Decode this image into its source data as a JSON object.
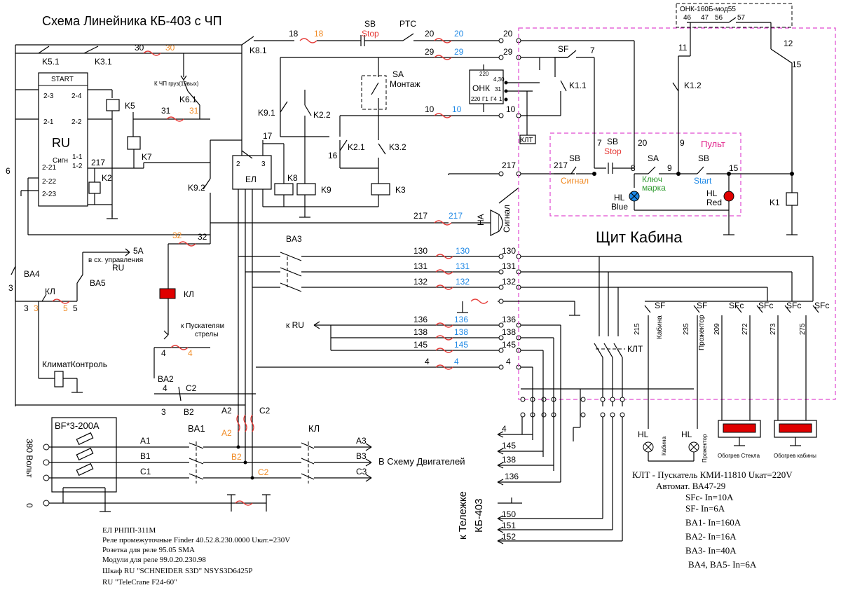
{
  "title": "Схема Линейника КБ-403 с ЧП",
  "panel_title": "Щит Кабина",
  "pult_title": "Пульт",
  "onk_top": "ОНК-160Б-мод55",
  "labels": {
    "start": "START",
    "ru": "RU",
    "sign": "Сигн",
    "k5_1": "K5.1",
    "k3_1": "K3.1",
    "k8_1": "K8.1",
    "k6_1": "K6.1",
    "k5": "K5",
    "k7": "K7",
    "k2": "K2",
    "k9_1": "K9.1",
    "k2_2": "K2.2",
    "k2_1": "K2.1",
    "k3_2": "K3.2",
    "k9_2": "K9.2",
    "k8": "K8",
    "k9": "K9",
    "k3": "K3",
    "k1_1": "K1.1",
    "k1_2": "K1.2",
    "k1": "K1",
    "el": "ЕЛ",
    "onk": "ОНК",
    "klt": "КЛТ",
    "kl": "КЛ",
    "ba1": "BA1",
    "ba2": "BA2",
    "ba3": "BA3",
    "ba4": "BA4",
    "ba5": "BA5",
    "bf": "BF*3-200A",
    "sb": "SB",
    "stop": "Stop",
    "pts": "PTC",
    "sa": "SA",
    "montazh": "Монтаж",
    "sf": "SF",
    "signal_lbl": "Сигнал",
    "key": "Ключ",
    "marka": "марка",
    "start_btn": "Start",
    "hl": "HL",
    "blue": "Blue",
    "red": "Red",
    "ha": "HA",
    "signal_v": "Сигнал",
    "v380": "380 Вольт",
    "zero": "0",
    "to_scheme": "В Схему Двигателей",
    "to_ru": "к RU",
    "to_cart": "к Тележке",
    "kb403": "КБ-403",
    "to_chp": "К ЧП груз(19вых)",
    "to_pusk": "к Пускателям",
    "strely": "стрелы",
    "a5": "5A",
    "v_sh": "в сх. управления",
    "ru2": "RU",
    "klimat": "КлиматКонтроль",
    "kabina": "Кабина",
    "prozh": "Прожектор",
    "obogrev_st": "Обогрев Стекла",
    "obogrev_kab": "Обогрев кабины",
    "sfc": "SFc"
  },
  "notes_left": [
    "ЕЛ  РНПП-311М",
    "Реле промежуточные Finder 40.52.8.230.0000 Uкат.=230V",
    "Розетка для реле 95.05 SMA",
    "Модули для реле 99.0.20.230.98",
    "Шкаф RU \"SCHNEIDER S3D\" NSYS3D6425P",
    "RU \"TeleCrane F24-60\""
  ],
  "notes_right": [
    "КЛТ - Пускатель КМИ-11810 Uкат=220V",
    "Автомат. ВА47-29",
    "SFc- In=10A",
    "SF-   In=6A",
    "BA1- In=160A",
    "BA2- In=16A",
    "BA3- In=40A",
    "BA4, BA5- In=6A"
  ],
  "wire_numbers": [
    "18",
    "20",
    "29",
    "30",
    "31",
    "217",
    "10",
    "7",
    "8",
    "9",
    "15",
    "11",
    "12",
    "46",
    "47",
    "56",
    "57",
    "16",
    "17",
    "32",
    "130",
    "131",
    "132",
    "136",
    "138",
    "145",
    "4",
    "5",
    "3",
    "6",
    "150",
    "151",
    "152",
    "A1",
    "B1",
    "C1",
    "A2",
    "B2",
    "C2",
    "A3",
    "B3",
    "C3",
    "215",
    "235",
    "209",
    "272",
    "273",
    "275",
    "1-1",
    "1-2",
    "2-1",
    "2-2",
    "2-3",
    "2-4",
    "2-21",
    "2-22",
    "2-23",
    "220",
    "4,30",
    "31",
    "1",
    "Г4",
    "Г1"
  ],
  "colors": {
    "orange": "#f08a24",
    "blue": "#1e88e5",
    "red": "#e53935",
    "magenta": "#e04ad0",
    "green": "#2e9b2e"
  }
}
